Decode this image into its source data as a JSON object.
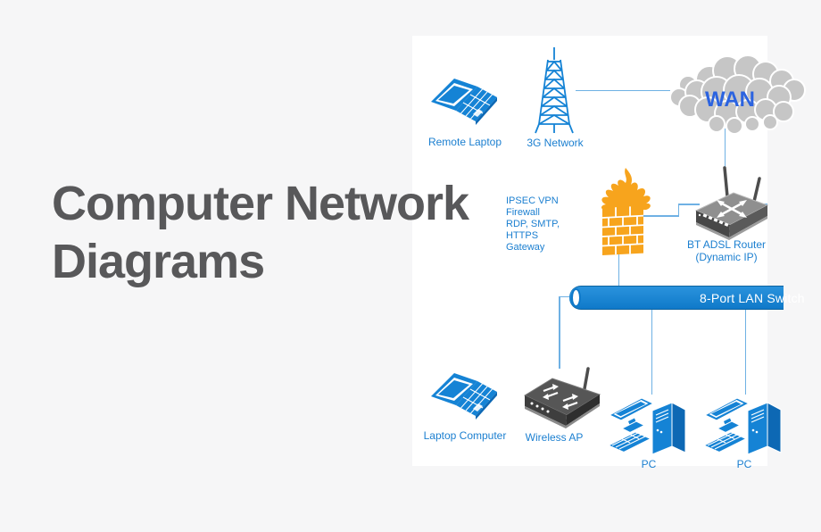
{
  "title": {
    "line1": "Computer Network",
    "line2": "Diagrams",
    "color": "#58585a"
  },
  "colors": {
    "page_background": "#f6f6f7",
    "panel_background": "#ffffff",
    "device_blue": "#1583d5",
    "device_blue_dark": "#0d68b4",
    "label_blue": "#1b7fd0",
    "wan_text_blue": "#2b63e0",
    "connector_blue": "#6fb1e4",
    "cloud_gray": "#c6c6c6",
    "firewall_orange": "#f7a41d",
    "device_gray": "#4d4d4d",
    "switch_blue": "#1079cc"
  },
  "labels": {
    "remote_laptop": "Remote Laptop",
    "three_g_network": "3G Network",
    "wan": "WAN",
    "firewall_line1": "IPSEC VPN Firewall",
    "firewall_line2": "RDP, SMTP, HTTPS",
    "firewall_line3": "Gateway",
    "router_line1": "BT ADSL Router",
    "router_line2": "(Dynamic IP)",
    "lan_switch": "8-Port LAN Switch",
    "laptop_computer": "Laptop Computer",
    "wireless_ap": "Wireless AP",
    "pc_left": "PC",
    "pc_right": "PC"
  }
}
